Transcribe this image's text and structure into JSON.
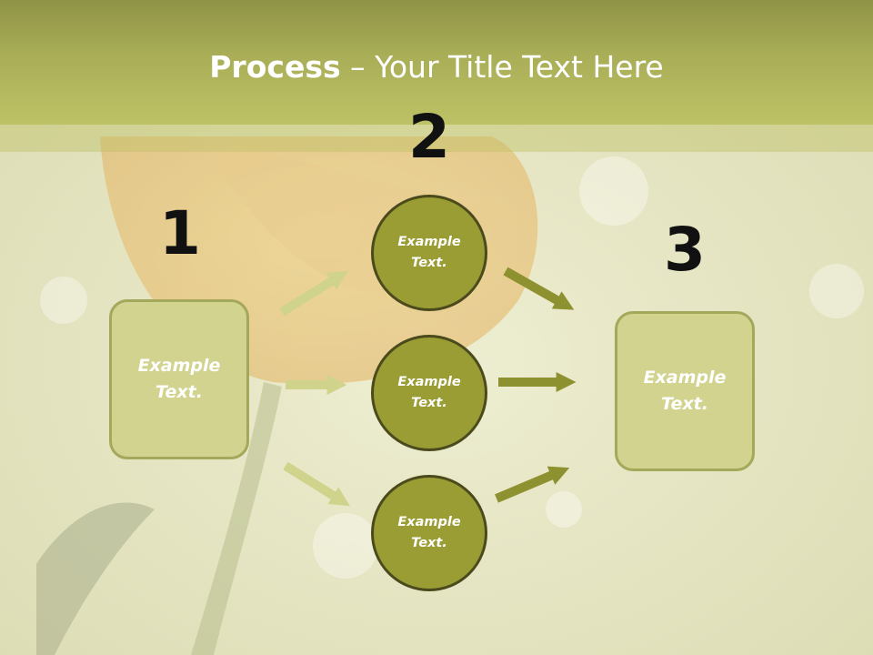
{
  "slide": {
    "title_bold": "Process",
    "title_rest": " – Your Title Text Here"
  },
  "steps": [
    {
      "number": "1"
    },
    {
      "number": "2"
    },
    {
      "number": "3"
    }
  ],
  "boxes": {
    "left_text": "Example\nText.",
    "right_text": "Example\nText."
  },
  "circles": [
    {
      "text": "Example\nText."
    },
    {
      "text": "Example\nText."
    },
    {
      "text": "Example\nText."
    }
  ],
  "colors": {
    "title_band": "#a9ae57",
    "box_fill": "#d1d38f",
    "circle_fill": "#9a9c34",
    "arrow_light": "#d0d38c",
    "arrow_dark": "#8e912f"
  }
}
